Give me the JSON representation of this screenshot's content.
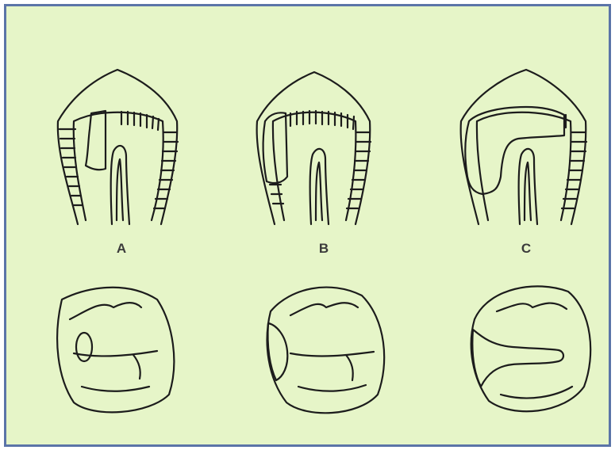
{
  "figure": {
    "panels": [
      {
        "id": "A",
        "label": "A"
      },
      {
        "id": "B",
        "label": "B"
      },
      {
        "id": "C",
        "label": "C"
      }
    ]
  },
  "colors": {
    "background": "#e6f5c8",
    "frame_border": "#5b74a8",
    "ink": "#1c1c1c"
  }
}
